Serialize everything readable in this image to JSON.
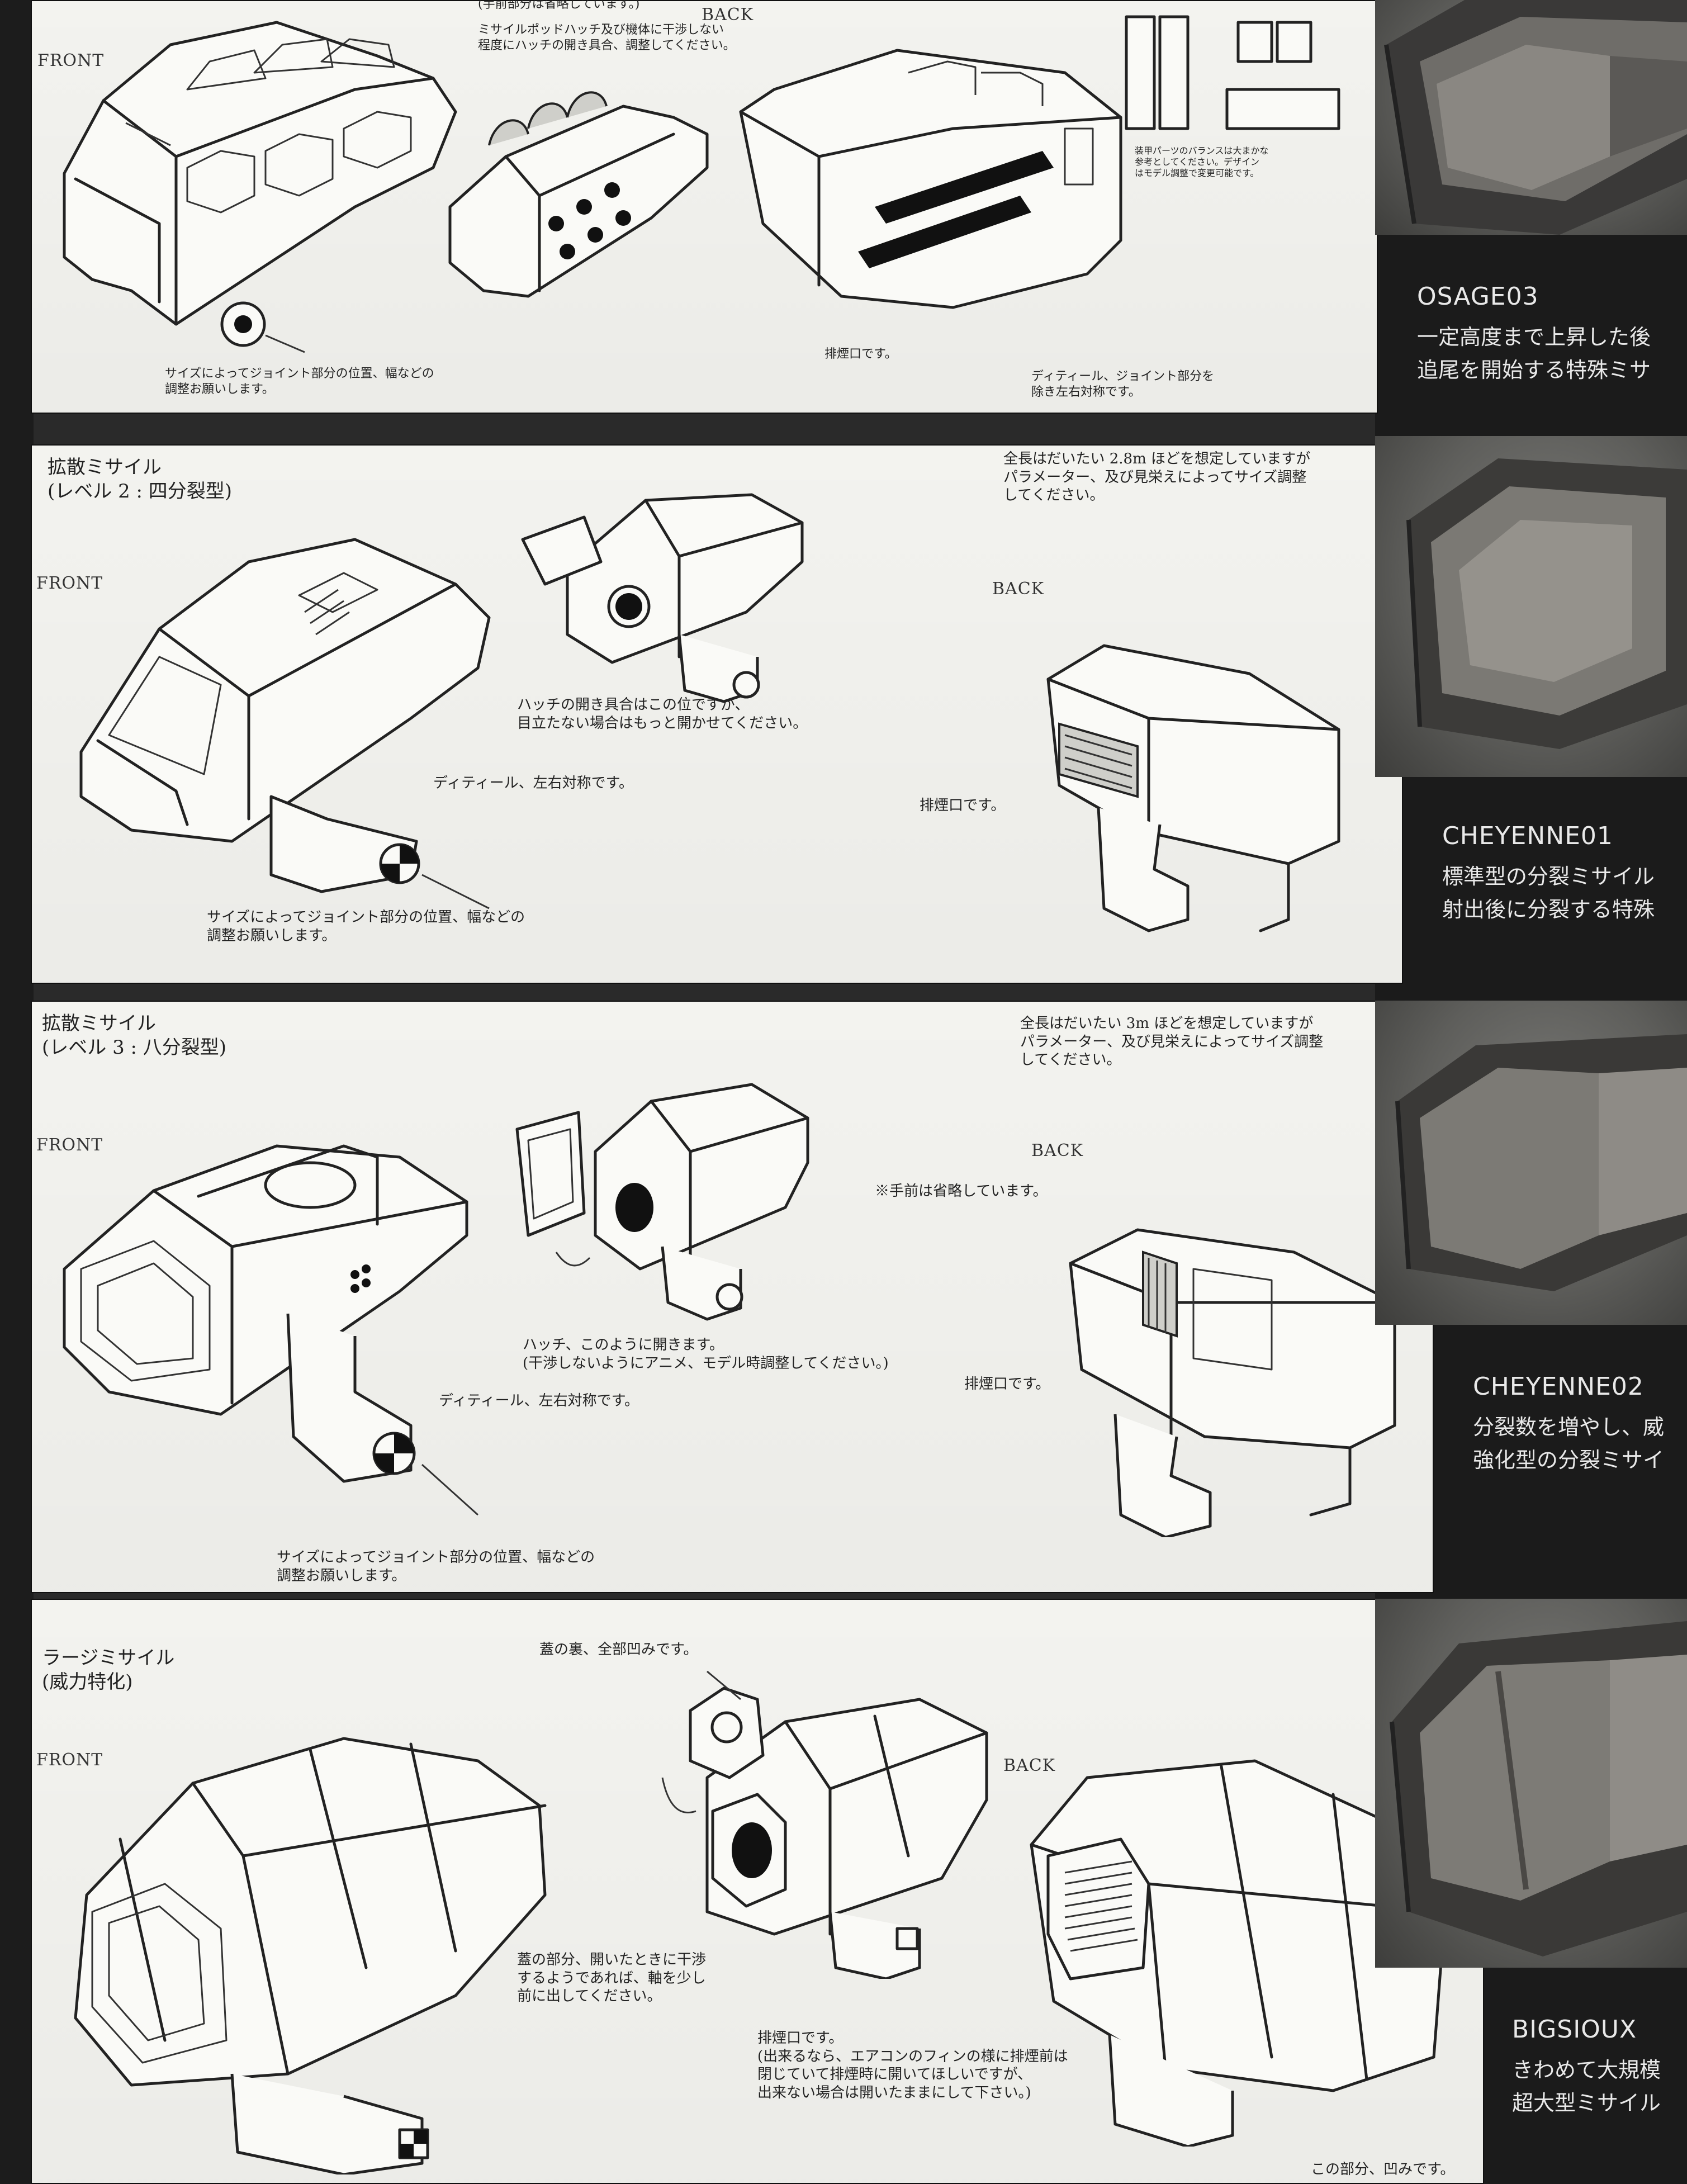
{
  "sheets": [
    {
      "heading_top": "(手前部分は省略しています。)",
      "front_label": "FRONT",
      "back_label": "BACK",
      "notes": {
        "hatch": "ミサイルポッドハッチ及び機体に干渉しない\n程度にハッチの開き具合、調整してください。",
        "joint": "サイズによってジョイント部分の位置、幅などの\n調整お願いします。",
        "exhaust": "排煙口です。",
        "symmetry": "ディティール、ジョイント部分を\n除き左右対称です。",
        "ref": "装甲パーツのバランスは大まかな\n参考としてください。デザイン\nはモデル調整で変更可能です。"
      }
    },
    {
      "title": "拡散ミサイル\n(レベル 2 : 四分裂型)",
      "front_label": "FRONT",
      "back_label": "BACK",
      "notes": {
        "length": "全長はだいたい 2.8m ほどを想定していますが\nパラメーター、及び見栄えによってサイズ調整\nしてください。",
        "hatch": "ハッチの開き具合はこの位ですが、\n目立たない場合はもっと開かせてください。",
        "symmetry": "ディティール、左右対称です。",
        "exhaust": "排煙口です。",
        "joint": "サイズによってジョイント部分の位置、幅などの\n調整お願いします。"
      }
    },
    {
      "title": "拡散ミサイル\n(レベル 3 : 八分裂型)",
      "front_label": "FRONT",
      "back_label": "BACK",
      "notes": {
        "length": "全長はだいたい 3m ほどを想定していますが\nパラメーター、及び見栄えによってサイズ調整\nしてください。",
        "omit": "※手前は省略しています。",
        "hatch": "ハッチ、このように開きます。\n(干渉しないようにアニメ、モデル時調整してください。)",
        "symmetry": "ディティール、左右対称です。",
        "exhaust": "排煙口です。",
        "joint": "サイズによってジョイント部分の位置、幅などの\n調整お願いします。"
      }
    },
    {
      "title": "ラージミサイル\n(威力特化)",
      "front_label": "FRONT",
      "back_label": "BACK",
      "notes": {
        "lid": "蓋の裏、全部凹みです。",
        "interfere": "蓋の部分、開いたときに干渉\nするようであれば、軸を少し\n前に出してください。",
        "exhaust": "排煙口です。\n(出来るなら、エアコンのフィンの様に排煙前は\n閉じていて排煙時に開いてほしいですが、\n出来ない場合は開いたままにして下さい。)",
        "recess": "この部分、凹みです。"
      }
    }
  ],
  "panels": [
    {
      "name": "OSAGE03",
      "desc": "一定高度まで上昇した後\n追尾を開始する特殊ミサ"
    },
    {
      "name": "CHEYENNE01",
      "desc": "標準型の分裂ミサイル\n射出後に分裂する特殊"
    },
    {
      "name": "CHEYENNE02",
      "desc": "分裂数を増やし、威\n強化型の分裂ミサイ"
    },
    {
      "name": "BIGSIOUX",
      "desc": "きわめて大規模\n超大型ミサイル"
    }
  ]
}
